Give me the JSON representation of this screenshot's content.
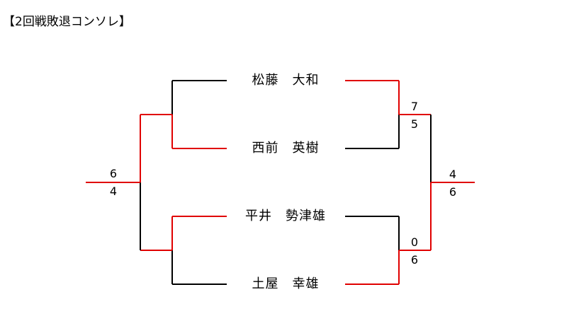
{
  "title": "【2回戦敗退コンソレ】",
  "colors": {
    "winner_line": "#e00000",
    "loser_line": "#000000"
  },
  "players": [
    {
      "name": "松藤　大和"
    },
    {
      "name": "西前　英樹"
    },
    {
      "name": "平井　勢津雄"
    },
    {
      "name": "土屋　幸雄"
    }
  ],
  "scores": {
    "left_semifinal": {
      "top": "6",
      "bottom": "4"
    },
    "right_semifinal_top": {
      "top": "7",
      "bottom": "5"
    },
    "right_semifinal_bottom": {
      "top": "0",
      "bottom": "6"
    },
    "right_final": {
      "top": "4",
      "bottom": "6"
    }
  }
}
